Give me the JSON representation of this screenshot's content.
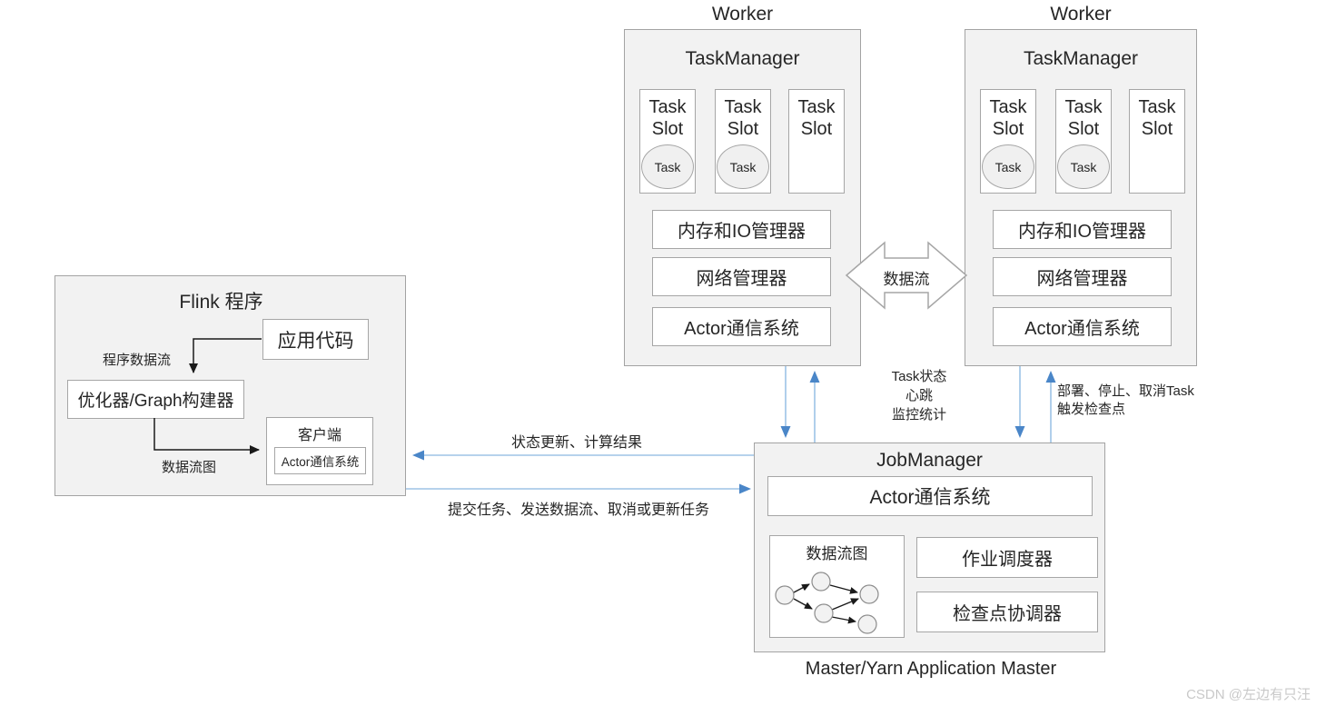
{
  "diagram": {
    "watermark": "CSDN @左边有只汪",
    "colors": {
      "panel_fill": "#f2f2f2",
      "panel_border": "#a3a3a3",
      "blue_line": "#9dc3e6",
      "blue_head": "#4a86c8",
      "black_arrow": "#1a1a1a"
    }
  },
  "workers": [
    {
      "title": "Worker",
      "taskmanager": "TaskManager",
      "slots": [
        {
          "label": "Task Slot",
          "task": "Task"
        },
        {
          "label": "Task Slot",
          "task": "Task"
        },
        {
          "label": "Task Slot"
        }
      ],
      "components": {
        "memory": "内存和IO管理器",
        "network": "网络管理器",
        "actor": "Actor通信系统"
      }
    },
    {
      "title": "Worker",
      "taskmanager": "TaskManager",
      "slots": [
        {
          "label": "Task Slot",
          "task": "Task"
        },
        {
          "label": "Task Slot",
          "task": "Task"
        },
        {
          "label": "Task Slot"
        }
      ],
      "components": {
        "memory": "内存和IO管理器",
        "network": "网络管理器",
        "actor": "Actor通信系统"
      }
    }
  ],
  "worker_link": {
    "label": "数据流"
  },
  "flink_program": {
    "title": "Flink 程序",
    "app_code": "应用代码",
    "optimizer": "优化器/Graph构建器",
    "client": {
      "title": "客户端",
      "actor": "Actor通信系统"
    },
    "label_program_dataflow": "程序数据流",
    "label_dataflow_graph": "数据流图"
  },
  "jobmanager": {
    "title": "JobManager",
    "actor": "Actor通信系统",
    "dataflow_graph_title": "数据流图",
    "scheduler": "作业调度器",
    "checkpoint": "检查点协调器",
    "caption": "Master/Yarn Application Master"
  },
  "links": {
    "status_update": "状态更新、计算结果",
    "submit_job": "提交任务、发送数据流、取消或更新任务",
    "task_status": [
      "Task状态",
      "心跳",
      "监控统计"
    ],
    "deploy": [
      "部署、停止、取消Task",
      "触发检查点"
    ]
  }
}
